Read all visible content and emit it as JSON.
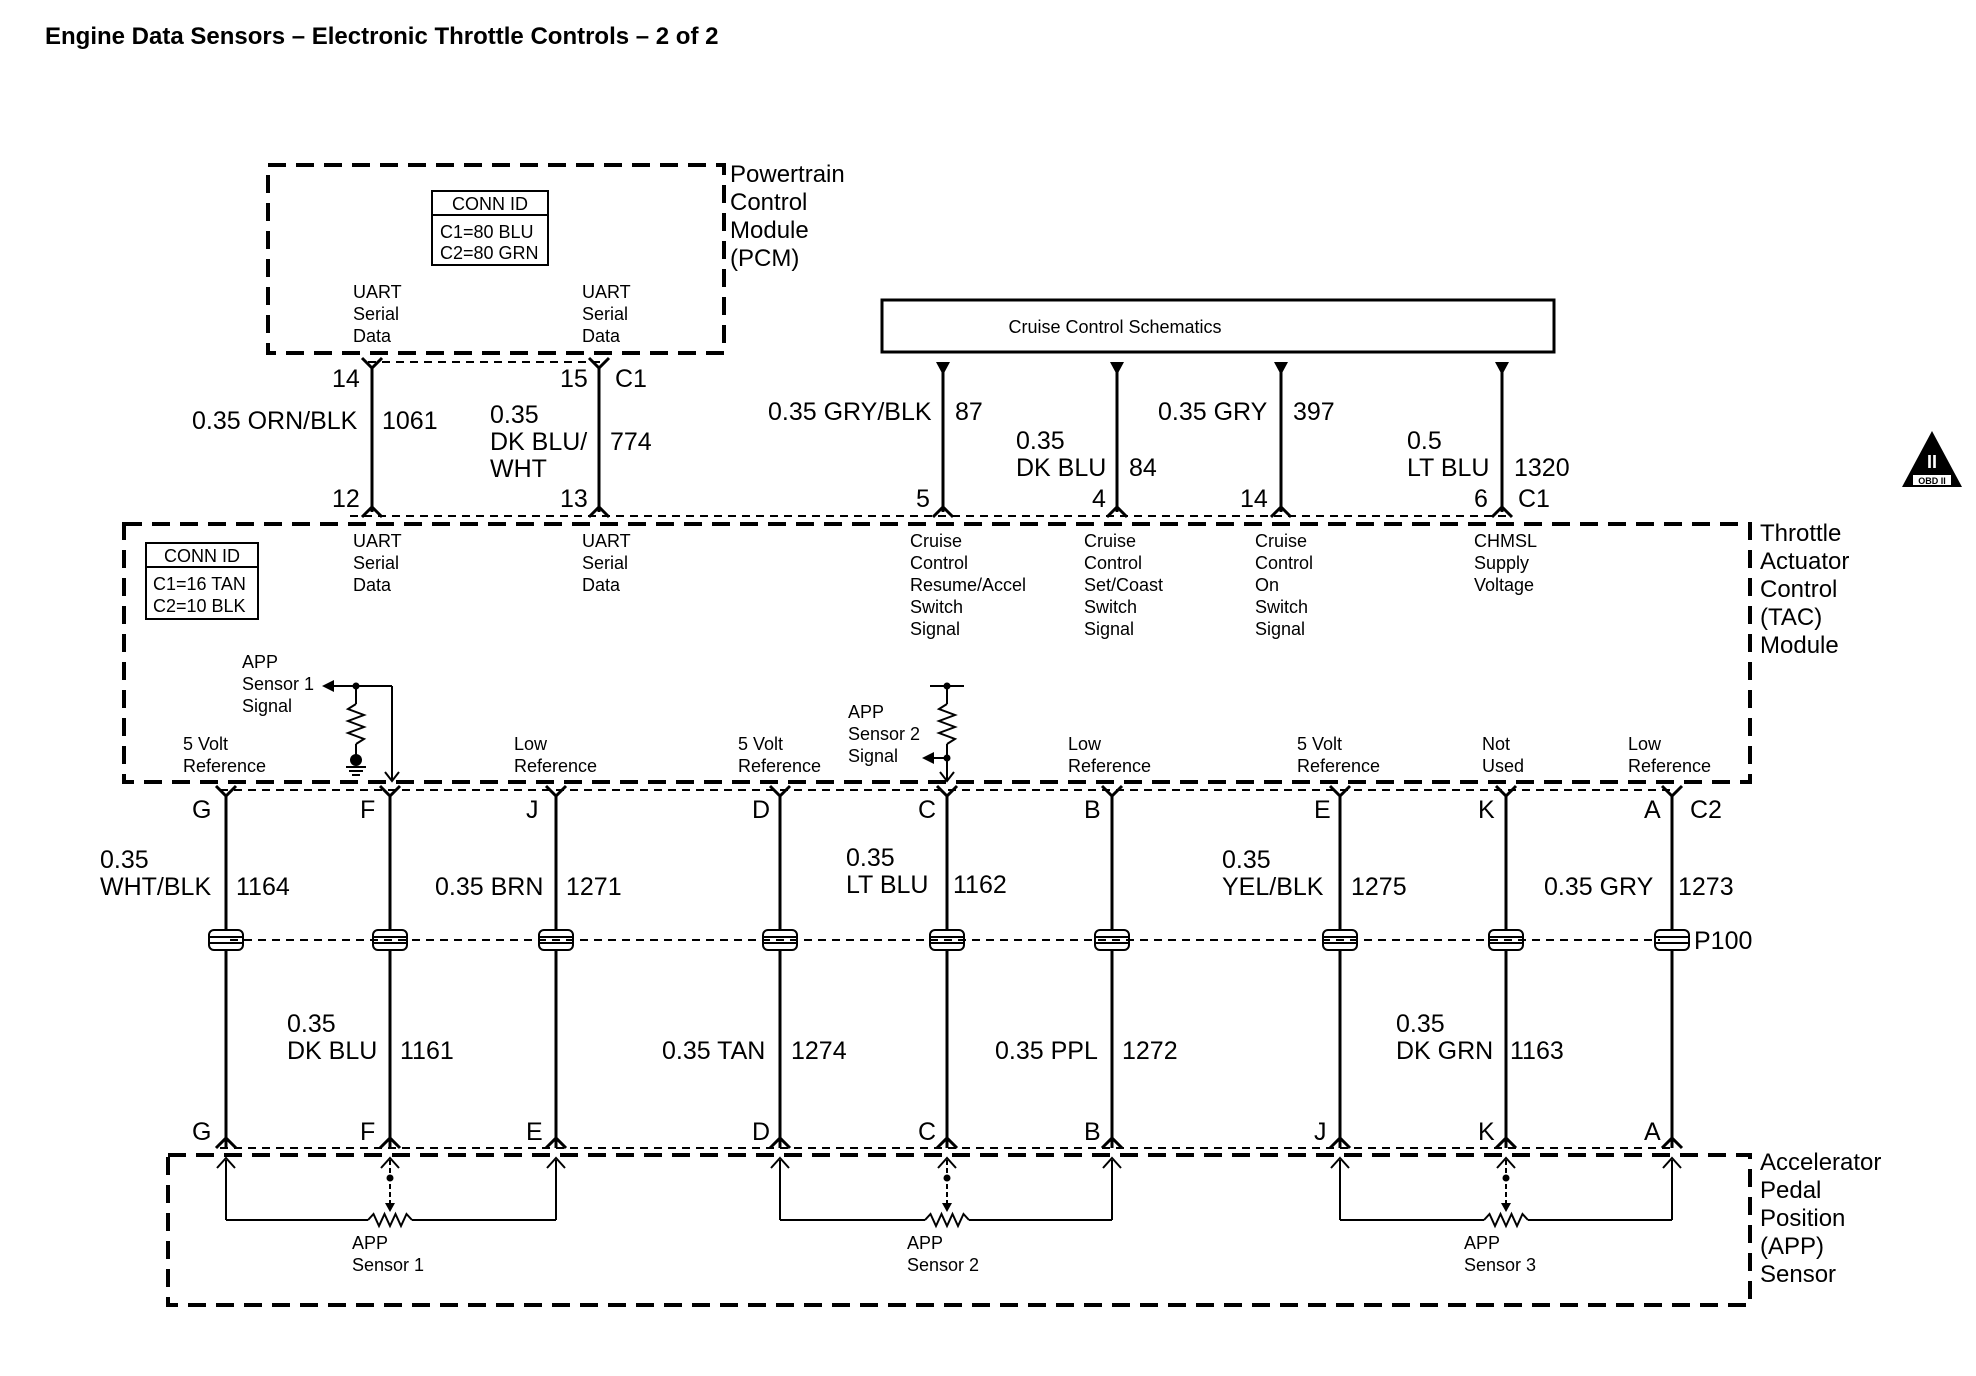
{
  "title": "Engine Data Sensors – Electronic Throttle Controls – 2 of 2",
  "pcm": {
    "name": [
      "Powertrain",
      "Control",
      "Module",
      "(PCM)"
    ],
    "conn_id": [
      "CONN ID",
      "C1=80 BLU",
      "C2=80 GRN"
    ],
    "connector": "C1",
    "pins": [
      {
        "pin": "14",
        "label": [
          "UART",
          "Serial",
          "Data"
        ]
      },
      {
        "pin": "15",
        "label": [
          "UART",
          "Serial",
          "Data"
        ]
      }
    ]
  },
  "cruise": {
    "label": "Cruise Control Schematics"
  },
  "obd_badge": {
    "roman": "II",
    "text": "OBD II"
  },
  "upper_wires": [
    {
      "size": "0.35 ORN/BLK",
      "circuit": "1061",
      "from_pin": "14",
      "to_pin": "12"
    },
    {
      "size": [
        "0.35",
        "DK BLU/",
        "WHT"
      ],
      "circuit": "774",
      "from_pin": "15",
      "to_pin": "13"
    },
    {
      "size": "0.35 GRY/BLK",
      "circuit": "87",
      "to_pin": "5"
    },
    {
      "size": [
        "0.35",
        "DK BLU"
      ],
      "circuit": "84",
      "to_pin": "4"
    },
    {
      "size": "0.35 GRY",
      "circuit": "397",
      "to_pin": "14"
    },
    {
      "size": [
        "0.5",
        "LT BLU"
      ],
      "circuit": "1320",
      "to_pin": "6"
    }
  ],
  "tac": {
    "name": [
      "Throttle",
      "Actuator",
      "Control",
      "(TAC)",
      "Module"
    ],
    "conn_id": [
      "CONN ID",
      "C1=16 TAN",
      "C2=10 BLK"
    ],
    "c1": "C1",
    "c2": "C2",
    "c1_labels": [
      [
        "UART",
        "Serial",
        "Data"
      ],
      [
        "UART",
        "Serial",
        "Data"
      ],
      [
        "Cruise",
        "Control",
        "Resume/Accel",
        "Switch",
        "Signal"
      ],
      [
        "Cruise",
        "Control",
        "Set/Coast",
        "Switch",
        "Signal"
      ],
      [
        "Cruise",
        "Control",
        "On",
        "Switch",
        "Signal"
      ],
      [
        "CHMSL",
        "Supply",
        "Voltage"
      ]
    ],
    "app1_signal": [
      "APP",
      "Sensor 1",
      "Signal"
    ],
    "app2_signal": [
      "APP",
      "Sensor 2",
      "Signal"
    ],
    "c2_labels": [
      [
        "5 Volt",
        "Reference"
      ],
      [
        "Low",
        "Reference"
      ],
      [
        "5 Volt",
        "Reference"
      ],
      [
        "Low",
        "Reference"
      ],
      [
        "5 Volt",
        "Reference"
      ],
      [
        "Not",
        "Used"
      ],
      [
        "Low",
        "Reference"
      ]
    ],
    "c2_pins": [
      "G",
      "F",
      "J",
      "D",
      "C",
      "B",
      "E",
      "K",
      "A"
    ]
  },
  "mid_wires": [
    {
      "size": [
        "0.35",
        "WHT/BLK"
      ],
      "circuit": "1164"
    },
    {
      "size": "0.35 BRN",
      "circuit": "1271"
    },
    {
      "size": [
        "0.35",
        "LT BLU"
      ],
      "circuit": "1162"
    },
    {
      "size": [
        "0.35",
        "YEL/BLK"
      ],
      "circuit": "1275"
    },
    {
      "size": "0.35 GRY",
      "circuit": "1273"
    }
  ],
  "inline_connector": "P100",
  "lower_wires": [
    {
      "size": [
        "0.35",
        "DK BLU"
      ],
      "circuit": "1161"
    },
    {
      "size": "0.35 TAN",
      "circuit": "1274"
    },
    {
      "size": "0.35 PPL",
      "circuit": "1272"
    },
    {
      "size": [
        "0.35",
        "DK GRN"
      ],
      "circuit": "1163"
    }
  ],
  "app": {
    "name": [
      "Accelerator",
      "Pedal",
      "Position",
      "(APP)",
      "Sensor"
    ],
    "pins": [
      "G",
      "F",
      "E",
      "D",
      "C",
      "B",
      "J",
      "K",
      "A"
    ],
    "sensors": [
      [
        "APP",
        "Sensor 1"
      ],
      [
        "APP",
        "Sensor 2"
      ],
      [
        "APP",
        "Sensor 3"
      ]
    ]
  }
}
